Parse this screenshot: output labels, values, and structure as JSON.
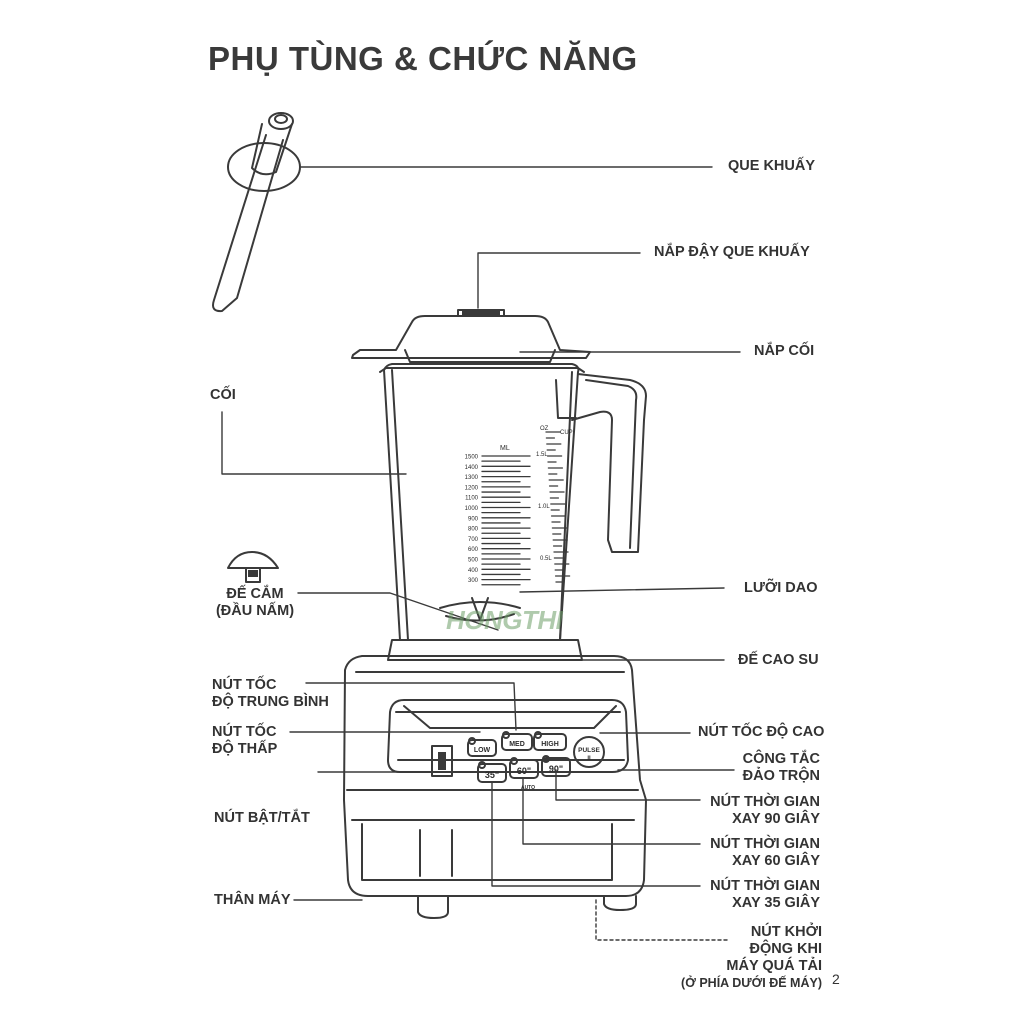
{
  "title": "PHỤ TÙNG & CHỨC NĂNG",
  "page_number": "2",
  "watermark": "HONGTHI",
  "labels": {
    "que_khuay": "QUE KHUẤY",
    "nap_day_que_khuay": "NẮP ĐẬY QUE KHUẤY",
    "nap_coi": "NẮP CỐI",
    "coi": "CỐI",
    "de_cam_1": "ĐẾ CẮM",
    "de_cam_2": "(ĐẦU NẤM)",
    "luoi_dao": "LƯỠI DAO",
    "de_cao_su": "ĐẾ CAO SU",
    "nut_toc_do_tb_1": "NÚT TỐC",
    "nut_toc_do_tb_2": "ĐỘ TRUNG BÌNH",
    "nut_toc_do_thap_1": "NÚT TỐC",
    "nut_toc_do_thap_2": "ĐỘ THẤP",
    "nut_toc_do_cao": "NÚT TỐC ĐỘ CAO",
    "cong_tac_dao_tron_1": "CÔNG TẮC",
    "cong_tac_dao_tron_2": "ĐẢO TRỘN",
    "nut_bat_tat": "NÚT BẬT/TẮT",
    "nut_tg_90_1": "NÚT THỜI GIAN",
    "nut_tg_90_2": "XAY 90 GIÂY",
    "nut_tg_60_1": "NÚT THỜI GIAN",
    "nut_tg_60_2": "XAY 60 GIÂY",
    "nut_tg_35_1": "NÚT THỜI GIAN",
    "nut_tg_35_2": "XAY 35 GIÂY",
    "than_may": "THÂN MÁY",
    "nut_khoi_dong_1": "NÚT KHỞI",
    "nut_khoi_dong_2": "ĐỘNG KHI",
    "nut_khoi_dong_3": "MÁY QUÁ TẢI",
    "nut_khoi_dong_4": "(Ở PHÍA DƯỚI ĐẾ MÁY)"
  },
  "panel": {
    "low": "LOW",
    "med": "MED",
    "high": "HIGH",
    "pulse_1": "PULSE",
    "pulse_2": "II",
    "t35": "35\"",
    "t60": "60\"",
    "t90": "90\"",
    "auto": "AUTO"
  },
  "scale": {
    "unit": "ML",
    "ml_marks": [
      "1500",
      "1400",
      "1300",
      "1200",
      "1100",
      "1000",
      "900",
      "800",
      "700",
      "600",
      "500",
      "400",
      "300"
    ],
    "oz_unit": "OZ",
    "cup_unit": "CUP",
    "liter_marks": [
      "1.5L",
      "1.0L",
      "0.5L"
    ]
  }
}
